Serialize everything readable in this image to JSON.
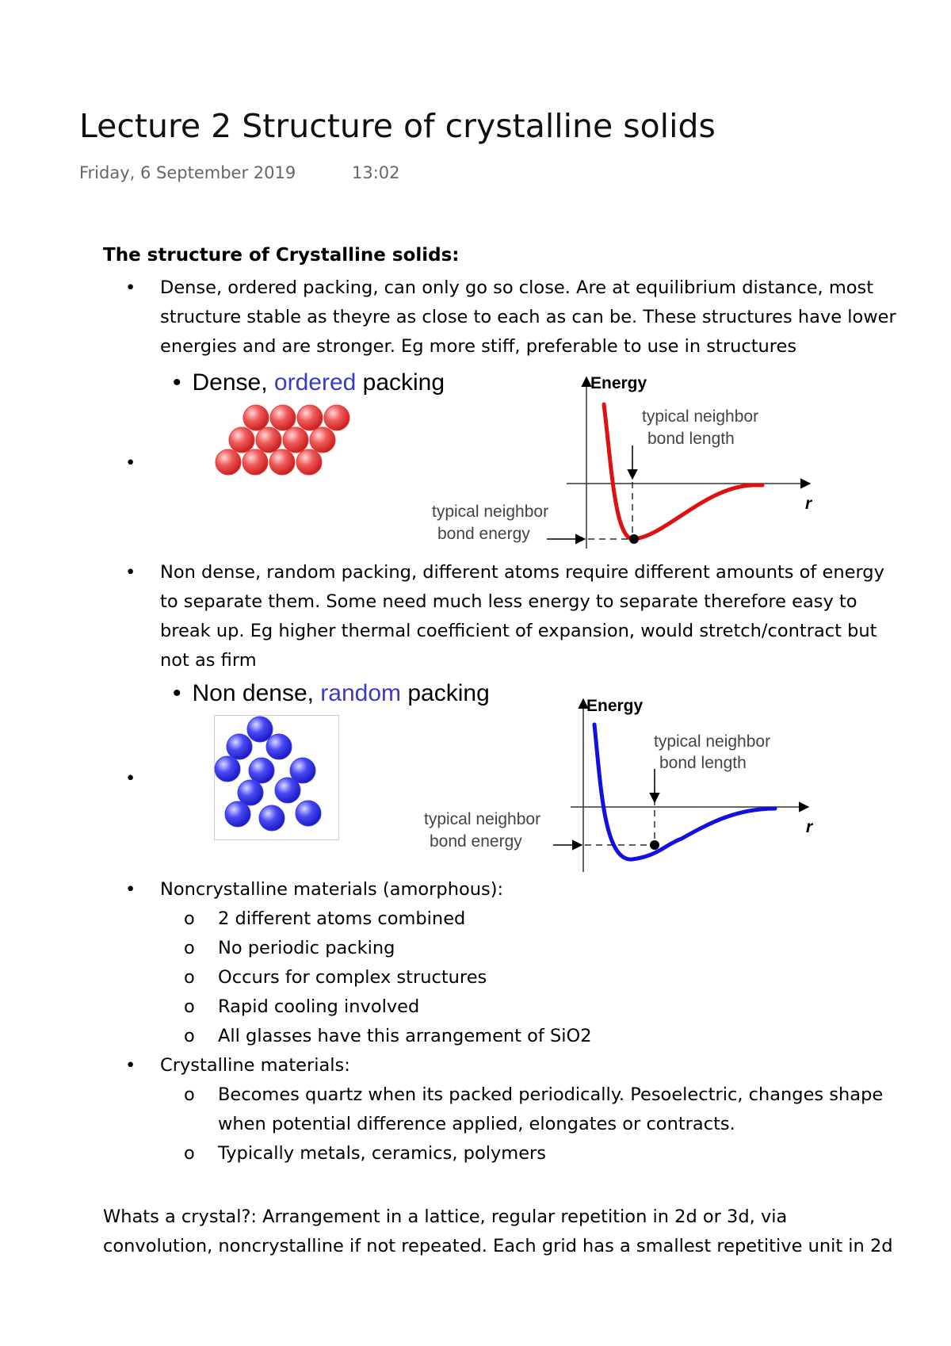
{
  "page": {
    "title": "Lecture 2 Structure of crystalline solids",
    "date": "Friday, 6 September 2019",
    "time": "13:02"
  },
  "section_heading": "The structure of Crystalline solids:",
  "bullets": {
    "dense": [
      "Dense, ordered packing, can only go so close. Are at equilibrium distance, most",
      "structure stable as theyre as close to each as can be. These structures have lower",
      "energies and are stronger. Eg more stiff, preferable to use in structures"
    ],
    "nondense": [
      "Non dense, random packing, different atoms require different amounts of energy",
      "to separate them. Some need much less energy to separate therefore easy to",
      "break up. Eg higher thermal coefficient of expansion, would stretch/contract but",
      "not as firm"
    ],
    "noncrystalline": {
      "label": "Noncrystalline materials (amorphous):",
      "items": [
        "2 different atoms combined",
        "No periodic packing",
        "Occurs for complex structures",
        "Rapid cooling involved",
        "All glasses have this arrangement of SiO2"
      ]
    },
    "crystalline": {
      "label": "Crystalline materials:",
      "items": [
        [
          "Becomes quartz when its packed periodically. Pesoelectric, changes shape",
          "when potential difference applied, elongates or contracts."
        ],
        [
          "Typically metals, ceramics, polymers"
        ]
      ]
    }
  },
  "figures": {
    "dense": {
      "prefix": "Dense, ",
      "highlight": "ordered",
      "suffix": " packing",
      "highlight_color": "#3a3ac8",
      "atom_color": "#e83a3a",
      "curve_color": "#e01010"
    },
    "nondense": {
      "prefix": "Non dense, ",
      "highlight": "random",
      "suffix": " packing",
      "highlight_color": "#3a3ac8",
      "atom_color": "#3a3af0",
      "curve_color": "#1010e0"
    },
    "graph_labels": {
      "energy": "Energy",
      "r": "r",
      "length_1": "typical neighbor",
      "length_2": "bond length",
      "energy_1": "typical neighbor",
      "energy_2": "bond energy"
    }
  },
  "paragraph": {
    "line1": "Whats a crystal?: Arrangement in a lattice, regular repetition in 2d or 3d, via",
    "line2": "convolution, noncrystalline if not repeated. Each grid has a smallest repetitive unit in 2d"
  },
  "glyphs": {
    "bullet": "•",
    "sub": "o",
    "fig_bullet": "•"
  }
}
